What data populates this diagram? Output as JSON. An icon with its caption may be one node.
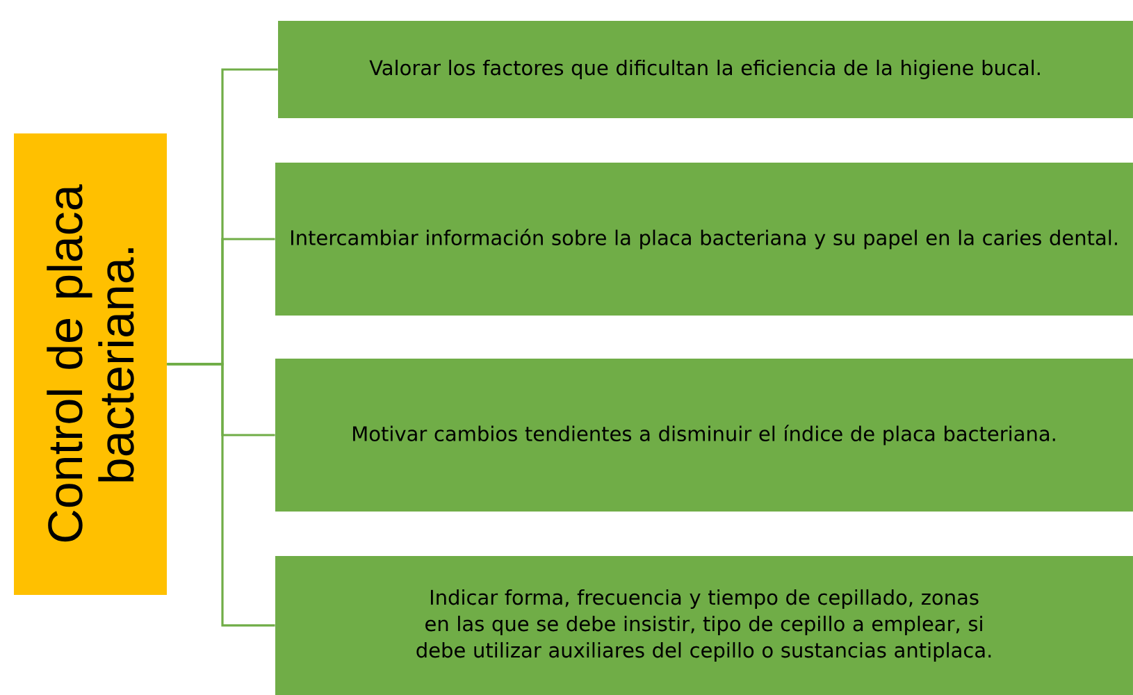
{
  "diagram": {
    "nodes": [
      {
        "text": [
          "Control de placa bacteriana."
        ]
      },
      {
        "text": [
          "Valorar los factores que dificultan la eficiencia de la higiene bucal."
        ]
      },
      {
        "text": [
          "Intercambiar información sobre la placa bacteriana y su papel en la caries dental."
        ]
      },
      {
        "text": [
          "Motivar cambios tendientes a disminuir el índice de placa bacteriana."
        ]
      },
      {
        "text": [
          "Indicar forma, frecuencia y tiempo de cepillado, zonas en las que se debe insistir, tipo de cepillo a emplear, si debe utilizar auxiliares del cepillo o sustancias antiplaca."
        ]
      }
    ],
    "edges": [
      {
        "from": 0,
        "to": 1,
        "arrow": "none"
      },
      {
        "from": 0,
        "to": 2,
        "arrow": "none"
      },
      {
        "from": 0,
        "to": 3,
        "arrow": "none"
      },
      {
        "from": 0,
        "to": 4,
        "arrow": "none"
      }
    ]
  }
}
